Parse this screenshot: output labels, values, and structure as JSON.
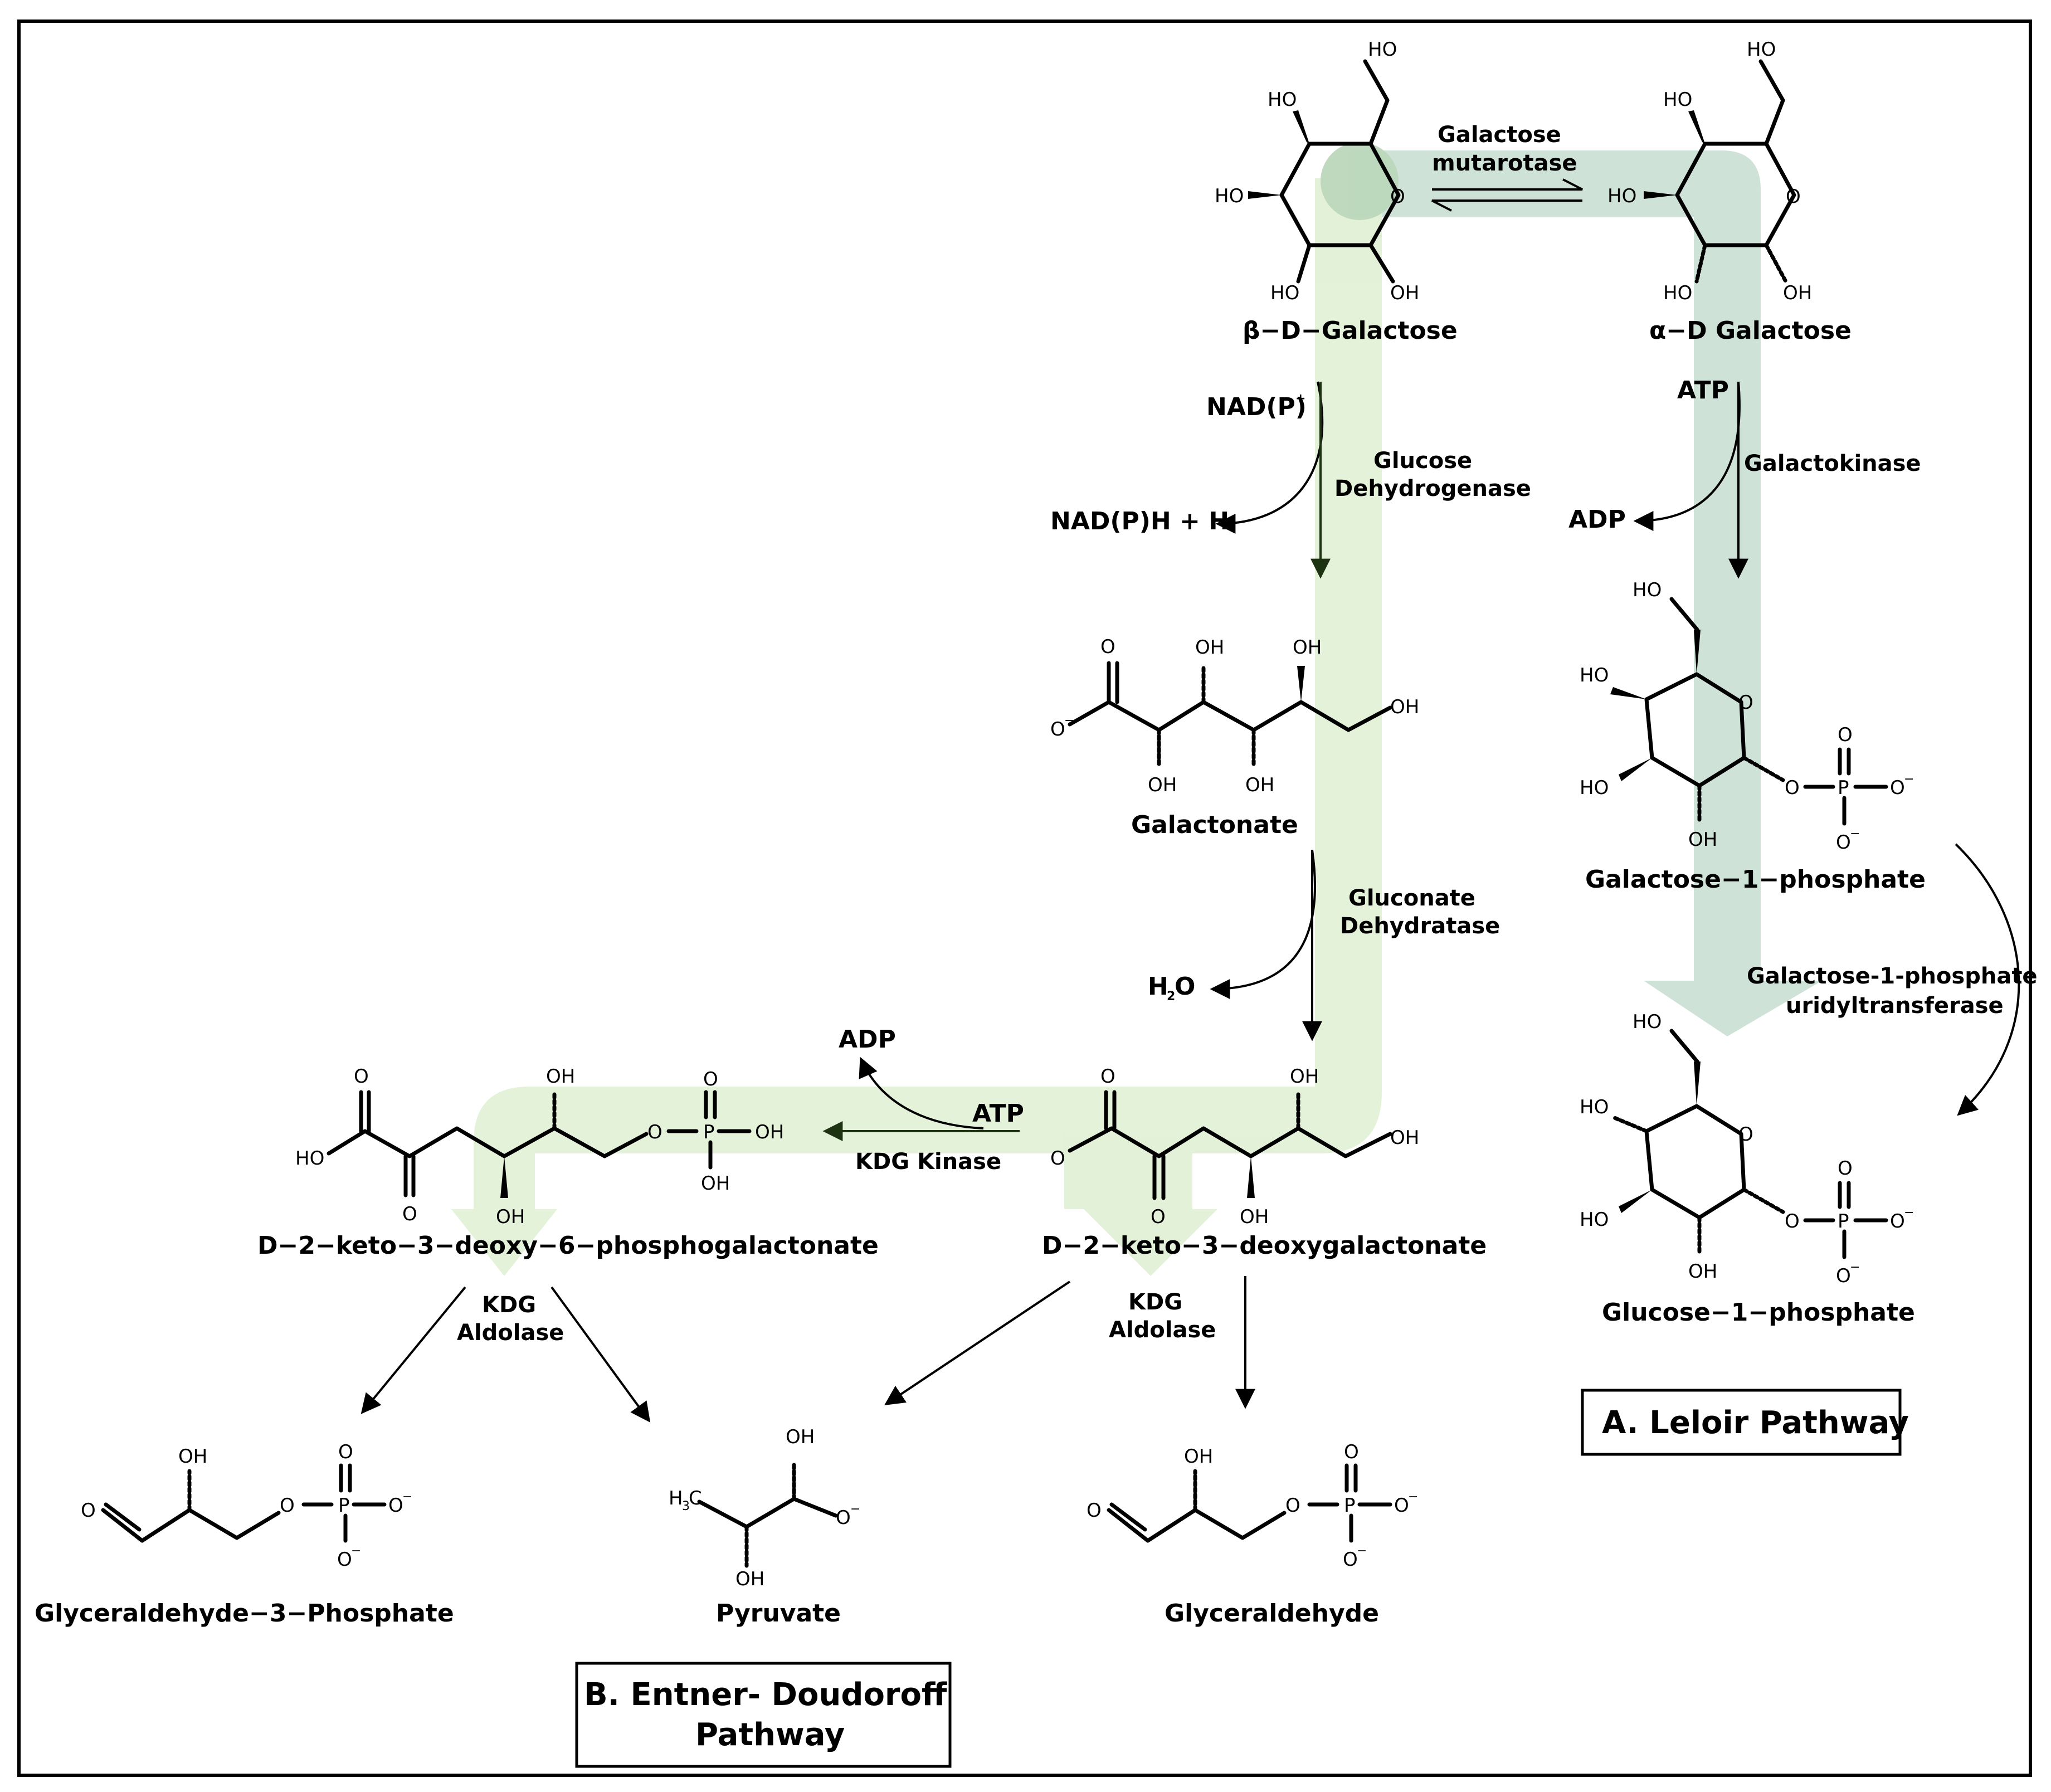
{
  "title_a": "A. Leloir Pathway",
  "title_b_line1": "B. Entner- Doudoroff",
  "title_b_line2": "Pathway",
  "colors": {
    "leloir_band": "#cfe2d8",
    "ed_band": "#e2f1d6",
    "dark_green": "#1e3312"
  },
  "compounds": {
    "beta_galactose": "β−D−Galactose",
    "alpha_galactose": "α−D Galactose",
    "galactonate": "Galactonate",
    "galactose_1_phosphate": "Galactose−1−phosphate",
    "glucose_1_phosphate": "Glucose−1−phosphate",
    "kdg": "D−2−keto−3−deoxygalactonate",
    "kdpg": "D−2−keto−3−deoxy−6−phosphogalactonate",
    "g3p": "Glyceraldehyde−3−Phosphate",
    "pyruvate": "Pyruvate",
    "glyceraldehyde": "Glyceraldehyde"
  },
  "enzymes": {
    "mutarotase_1": "Galactose",
    "mutarotase_2": "mutarotase",
    "glucose_dh_1": "Glucose",
    "glucose_dh_2": "Dehydrogenase",
    "galactokinase": "Galactokinase",
    "gluconate_dh_1": "Gluconate",
    "gluconate_dh_2": "Dehydratase",
    "uridyl_1": "Galactose-1-phosphate",
    "uridyl_2": "uridyltransferase",
    "kdg_kinase": "KDG Kinase",
    "kdg_aldolase_1": "KDG",
    "kdg_aldolase_2": "Aldolase"
  },
  "cofactors": {
    "nadp": "NAD(P)",
    "nadp_sup": "+",
    "nadph": "NAD(P)H + H",
    "atp_leloir": "ATP",
    "adp_leloir": "ADP",
    "h2o_h": "H",
    "h2o_2": "2",
    "h2o_o": "O",
    "atp_ed": "ATP",
    "adp_ed": "ADP"
  },
  "atoms": {
    "HO": "HO",
    "OH": "OH",
    "O": "O",
    "P": "P",
    "O_minus": "O",
    "minus": "−",
    "H3C_H": "H",
    "H3C_3": "3",
    "H3C_C": "C"
  }
}
